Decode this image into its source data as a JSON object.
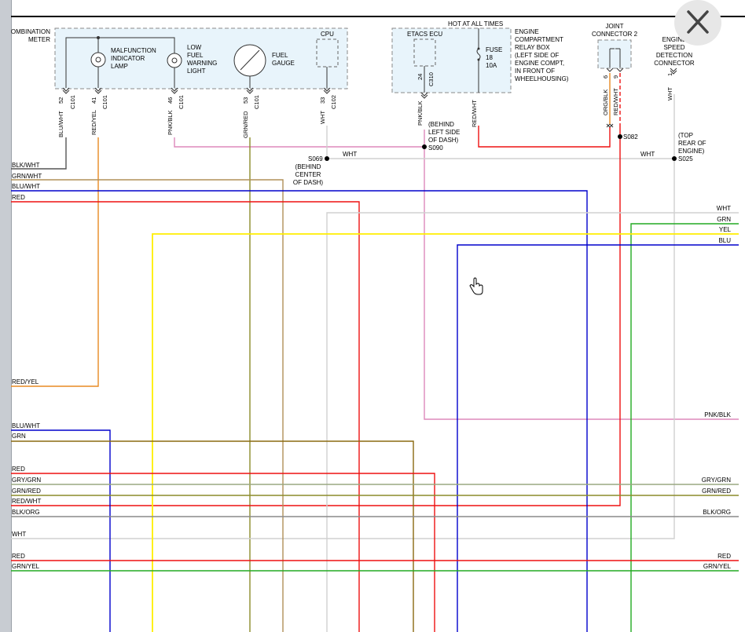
{
  "controls": {
    "close_icon": "close-icon",
    "cursor_icon": "hand-pointer-icon"
  },
  "components": {
    "combination_meter": [
      "OMBINATION",
      "METER"
    ],
    "mil": [
      "MALFUNCTION",
      "INDICATOR",
      "LAMP"
    ],
    "low_fuel": [
      "LOW",
      "FUEL",
      "WARNING",
      "LIGHT"
    ],
    "fuel_gauge": [
      "FUEL",
      "GAUGE"
    ],
    "cpu": "CPU",
    "etacs": "ETACS ECU",
    "hot": "HOT AT ALL TIMES",
    "fuse": [
      "FUSE",
      "18",
      "10A"
    ],
    "relay_box": [
      "ENGINE",
      "COMPARTMENT",
      "RELAY BOX",
      "(LEFT SIDE OF",
      "ENGINE COMPT,",
      "IN FRONT OF",
      "WHEELHOUSING)"
    ],
    "joint": [
      "JOINT",
      "CONNECTOR 2"
    ],
    "speed_conn": [
      "ENGINE",
      "SPEED",
      "DETECTION",
      "CONNECTOR"
    ]
  },
  "pins": {
    "c101_52": {
      "pin": "52",
      "conn": "C101",
      "wire": "BLU/WHT"
    },
    "c101_41": {
      "pin": "41",
      "conn": "C101",
      "wire": "RED/YEL"
    },
    "c101_46": {
      "pin": "46",
      "conn": "C101",
      "wire": "PNK/BLK"
    },
    "c101_53": {
      "pin": "53",
      "conn": "C101",
      "wire": "GRN/RED"
    },
    "c102_33": {
      "pin": "33",
      "conn": "C102",
      "wire": "WHT"
    },
    "c310_24": {
      "pin": "24",
      "conn": "C310",
      "wire": "PNK/BLK"
    },
    "fuse_out": {
      "wire": "RED/WHT"
    },
    "jc_6": {
      "pin": "6",
      "wire": "ORG/BLK"
    },
    "jc_9": {
      "pin": "9",
      "wire": "RED/WHT"
    },
    "esd_1": {
      "pin": "1",
      "wire": "WHT"
    }
  },
  "splices": {
    "s090": {
      "id": "S090",
      "note": [
        "(BEHIND",
        "LEFT SIDE",
        "OF DASH)"
      ]
    },
    "s069": {
      "id": "S069",
      "note": [
        "(BEHIND",
        "CENTER",
        "OF DASH)"
      ]
    },
    "s082": {
      "id": "S082"
    },
    "s025": {
      "id": "S025",
      "note": [
        "(TOP",
        "REAR OF",
        "ENGINE)"
      ]
    }
  },
  "wire_labels": {
    "wht_s069": "WHT",
    "wht_s025": "WHT",
    "left": [
      "BLK/WHT",
      "GRN/WHT",
      "BLU/WHT",
      "RED",
      "RED/YEL",
      "BLU/WHT",
      "GRN",
      "RED",
      "GRY/GRN",
      "GRN/RED",
      "RED/WHT",
      "BLK/ORG",
      "WHT",
      "RED",
      "GRN/YEL"
    ],
    "right": [
      "WHT",
      "GRN",
      "YEL",
      "BLU",
      "PNK/BLK",
      "GRY/GRN",
      "GRN/RED",
      "BLK/ORG",
      "RED",
      "GRN/YEL"
    ]
  },
  "colors": {
    "box_fill": "#e8f4fb",
    "blu": "#0000cc",
    "red": "#ee1111",
    "yel": "#ffee00",
    "grn": "#22aa22",
    "olive": "#8c8c2a",
    "brown": "#8a6a10",
    "tan": "#b09058",
    "pink": "#dd88bb",
    "orange": "#e88a22",
    "gray": "#8a8a8a",
    "light": "#d0d0d0"
  }
}
